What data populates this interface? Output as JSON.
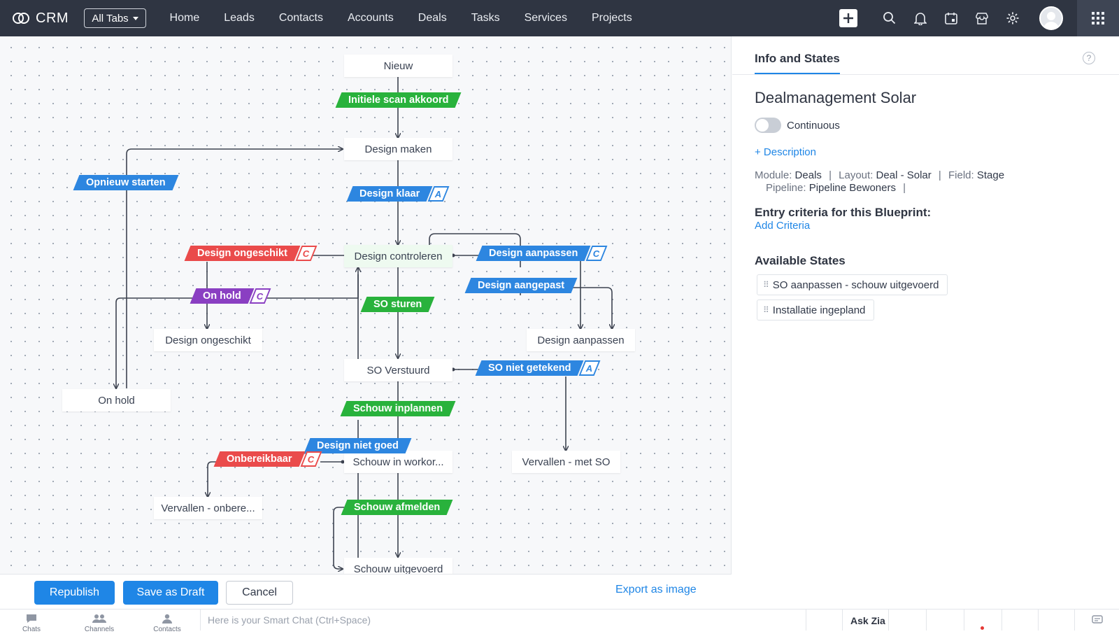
{
  "app": {
    "name": "CRM",
    "all_tabs": "All Tabs"
  },
  "nav": [
    "Home",
    "Leads",
    "Contacts",
    "Accounts",
    "Deals",
    "Tasks",
    "Services",
    "Projects"
  ],
  "top_icons": [
    "plus-icon",
    "search-icon",
    "bell-icon",
    "calendar-icon",
    "store-icon",
    "gear-icon",
    "avatar",
    "apps-grid-icon"
  ],
  "states": {
    "nieuw": "Nieuw",
    "design_maken": "Design maken",
    "design_controleren": "Design controleren",
    "design_ongeschikt": "Design ongeschikt",
    "design_aanpassen": "Design aanpassen",
    "on_hold": "On hold",
    "so_verstuurd": "SO Verstuurd",
    "schouw_in_workorder": "Schouw in workor...",
    "vervallen_met_so": "Vervallen - met SO",
    "vervallen_onbereikbaar": "Vervallen - onbere...",
    "schouw_uitgevoerd": "Schouw uitgevoerd"
  },
  "transitions": {
    "initiele_scan_akkoord": {
      "label": "Initiele scan akkoord",
      "color": "green"
    },
    "opnieuw_starten": {
      "label": "Opnieuw starten",
      "color": "blue"
    },
    "design_klaar": {
      "label": "Design klaar",
      "color": "blue",
      "tag": "A"
    },
    "design_ongeschikt": {
      "label": "Design ongeschikt",
      "color": "red",
      "tag": "C"
    },
    "design_aanpassen": {
      "label": "Design aanpassen",
      "color": "blue",
      "tag": "C"
    },
    "design_aangepast": {
      "label": "Design aangepast",
      "color": "blue"
    },
    "on_hold": {
      "label": "On hold",
      "color": "purple",
      "tag": "C"
    },
    "so_sturen": {
      "label": "SO sturen",
      "color": "green"
    },
    "so_niet_getekend": {
      "label": "SO niet getekend",
      "color": "blue",
      "tag": "A"
    },
    "schouw_inplannen": {
      "label": "Schouw inplannen",
      "color": "green"
    },
    "design_niet_goed": {
      "label": "Design niet goed",
      "color": "blue"
    },
    "onbereikbaar": {
      "label": "Onbereikbaar",
      "color": "red",
      "tag": "C"
    },
    "schouw_afmelden": {
      "label": "Schouw afmelden",
      "color": "green"
    }
  },
  "colors": {
    "green": "#29b23c",
    "blue": "#2d86e0",
    "red": "#ea4b4b",
    "purple": "#8a3fc2",
    "topbar": "#2f3542",
    "accent": "#1f86e6"
  },
  "actions": {
    "republish": "Republish",
    "save_draft": "Save as Draft",
    "cancel": "Cancel",
    "export": "Export as image"
  },
  "panel": {
    "tab": "Info and States",
    "help": "?",
    "title": "Dealmanagement Solar",
    "toggle_label": "Continuous",
    "toggle_on": false,
    "add_description": "+ Description",
    "module_label": "Module:",
    "module": "Deals",
    "layout_label": "Layout:",
    "layout": "Deal - Solar",
    "field_label": "Field:",
    "field": "Stage",
    "pipeline_label": "Pipeline:",
    "pipeline": "Pipeline Bewoners",
    "sep": "|",
    "entry_heading": "Entry criteria for this Blueprint:",
    "add_criteria": "Add Criteria",
    "available_heading": "Available States",
    "available_states": [
      "SO aanpassen - schouw uitgevoerd",
      "Installatie ingepland"
    ]
  },
  "footer": {
    "chats": "Chats",
    "channels": "Channels",
    "contacts": "Contacts",
    "smartchat_placeholder": "Here is your Smart Chat (Ctrl+Space)",
    "ask_zia": "Ask Zia"
  }
}
